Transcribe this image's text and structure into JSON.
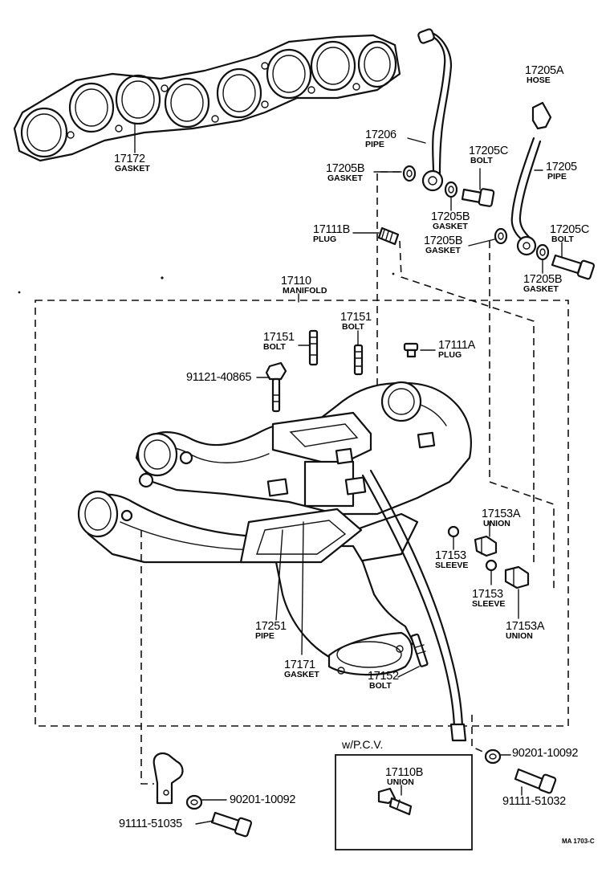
{
  "parts": [
    {
      "id": "17172",
      "number": "17172",
      "name": "GASKET"
    },
    {
      "id": "17206",
      "number": "17206",
      "name": "PIPE"
    },
    {
      "id": "17205A",
      "number": "17205A",
      "name": "HOSE"
    },
    {
      "id": "17205C_top",
      "number": "17205C",
      "name": "BOLT"
    },
    {
      "id": "17205B_left",
      "number": "17205B",
      "name": "GASKET"
    },
    {
      "id": "17205",
      "number": "17205",
      "name": "PIPE"
    },
    {
      "id": "17205B_mid",
      "number": "17205B",
      "name": "GASKET"
    },
    {
      "id": "17111B",
      "number": "17111B",
      "name": "PLUG"
    },
    {
      "id": "17205B_center",
      "number": "17205B",
      "name": "GASKET"
    },
    {
      "id": "17205C_right",
      "number": "17205C",
      "name": "BOLT"
    },
    {
      "id": "17205B_lower",
      "number": "17205B",
      "name": "GASKET"
    },
    {
      "id": "17110",
      "number": "17110",
      "name": "MANIFOLD"
    },
    {
      "id": "17151_right",
      "number": "17151",
      "name": "BOLT"
    },
    {
      "id": "17151_left",
      "number": "17151",
      "name": "BOLT"
    },
    {
      "id": "17111A",
      "number": "17111A",
      "name": "PLUG"
    },
    {
      "id": "91121-40865",
      "number": "91121-40865",
      "name": ""
    },
    {
      "id": "17153A_top",
      "number": "17153A",
      "name": "UNION"
    },
    {
      "id": "17153_left",
      "number": "17153",
      "name": "SLEEVE"
    },
    {
      "id": "17153_right",
      "number": "17153",
      "name": "SLEEVE"
    },
    {
      "id": "17153A_bottom",
      "number": "17153A",
      "name": "UNION"
    },
    {
      "id": "17251",
      "number": "17251",
      "name": "PIPE"
    },
    {
      "id": "17171",
      "number": "17171",
      "name": "GASKET"
    },
    {
      "id": "17152",
      "number": "17152",
      "name": "BOLT"
    },
    {
      "id": "17110B",
      "number": "17110B",
      "name": "UNION"
    },
    {
      "id": "90201-10092_right",
      "number": "90201-10092",
      "name": ""
    },
    {
      "id": "91111-51032",
      "number": "91111-51032",
      "name": ""
    },
    {
      "id": "90201-10092_left",
      "number": "90201-10092",
      "name": ""
    },
    {
      "id": "91111-51035",
      "number": "91111-51035",
      "name": ""
    }
  ],
  "inset": {
    "title": "w/P.C.V."
  },
  "reference_code": "MA 1703-C"
}
